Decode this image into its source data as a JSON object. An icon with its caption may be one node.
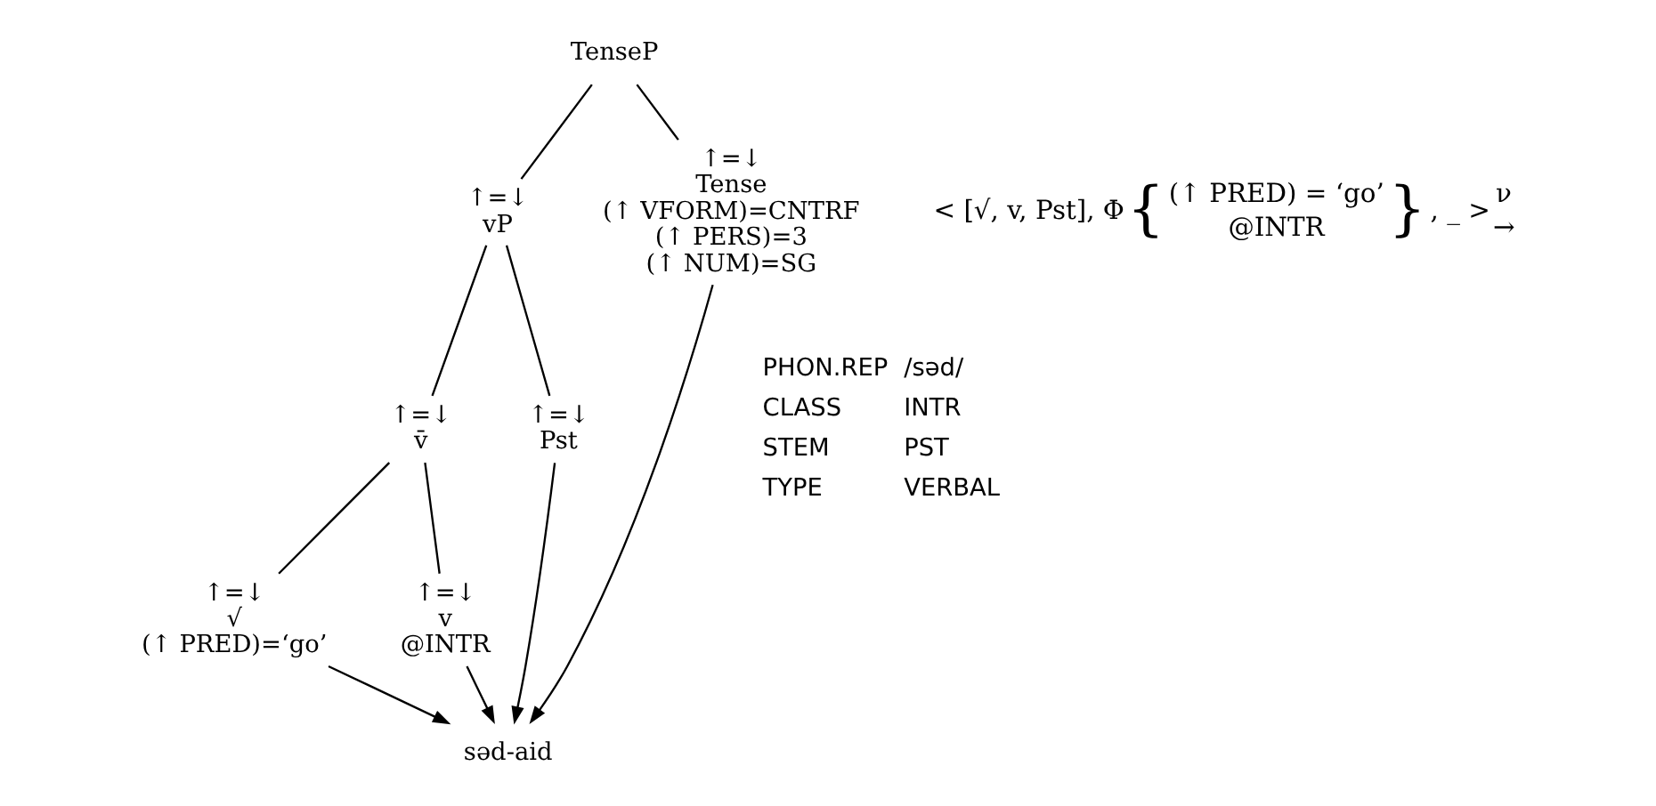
{
  "diagram": {
    "nodes": [
      {
        "text": [
          "TenseP"
        ]
      },
      {
        "text": [
          "↑=↓",
          "vP"
        ]
      },
      {
        "text": [
          "↑=↓",
          "Tense",
          "(↑ VFORM)=CNTRF",
          "(↑ PERS)=3",
          "(↑ NUM)=SG"
        ]
      },
      {
        "text": [
          "↑=↓",
          "v̄"
        ]
      },
      {
        "text": [
          "↑=↓",
          "Pst"
        ]
      },
      {
        "text": [
          "↑=↓",
          "√",
          "(↑ PRED)=‘go’"
        ]
      },
      {
        "text": [
          "↑=↓",
          "v",
          "@INTR"
        ]
      },
      {
        "text": [
          "səd-aid"
        ]
      }
    ],
    "edges": [
      {
        "from": 0,
        "to": 1,
        "arrow": "none"
      },
      {
        "from": 0,
        "to": 2,
        "arrow": "none"
      },
      {
        "from": 1,
        "to": 3,
        "arrow": "none"
      },
      {
        "from": 1,
        "to": 4,
        "arrow": "none"
      },
      {
        "from": 3,
        "to": 5,
        "arrow": "none"
      },
      {
        "from": 3,
        "to": 6,
        "arrow": "none"
      },
      {
        "from": 5,
        "to": 7,
        "arrow": "to"
      },
      {
        "from": 6,
        "to": 7,
        "arrow": "to"
      },
      {
        "from": 4,
        "to": 7,
        "arrow": "to"
      },
      {
        "from": 2,
        "to": 7,
        "arrow": "to"
      }
    ],
    "labels": [
      "< [√, v, Pst], Φ",
      "{",
      "(↑ PRED) = ‘go’",
      "@INTR",
      "}",
      ", _ >",
      "ν",
      "→",
      "PHON.REP",
      "/səd/",
      "CLASS",
      "INTR",
      "STEM",
      "PST",
      "TYPE",
      "VERBAL"
    ]
  }
}
